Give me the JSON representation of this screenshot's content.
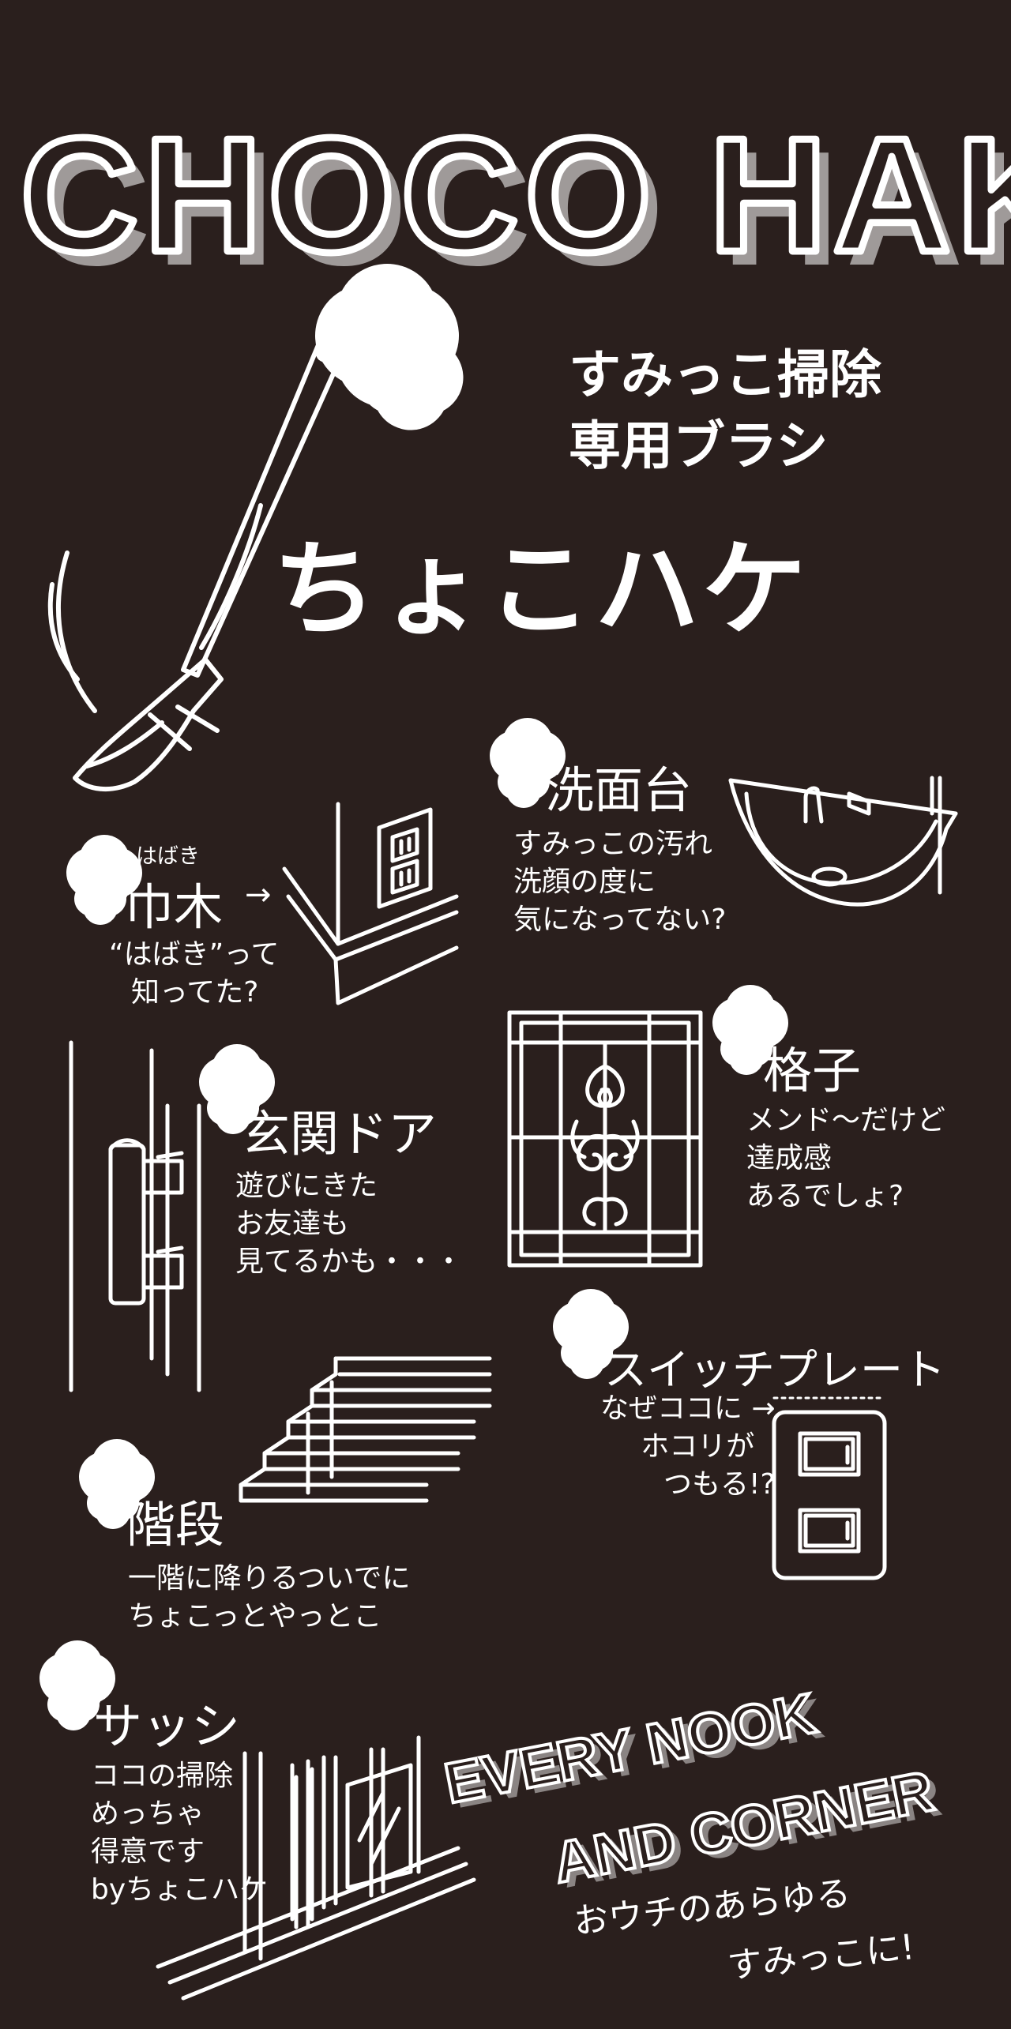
{
  "title_en": "CHOCO HAKE",
  "subtitle": [
    "すみっこ掃除",
    "専用ブラシ"
  ],
  "product_name": "ちょこハケ",
  "spots": {
    "sink": {
      "label": "洗面台",
      "note": [
        "すみっこの汚れ",
        "洗顔の度に",
        "気になってない?"
      ]
    },
    "baseboard": {
      "ruby": "はばき",
      "label": "巾木",
      "arrow": "→",
      "note": [
        "“はばき”って",
        "知ってた?"
      ]
    },
    "lattice": {
      "label": "格子",
      "note": [
        "メンド〜だけど",
        "達成感",
        "あるでしょ?"
      ]
    },
    "door": {
      "label": "玄関ドア",
      "note": [
        "遊びにきた",
        "お友達も",
        "見てるかも・・・"
      ]
    },
    "switch": {
      "label": "スイッチプレート",
      "note": [
        "なぜココに →",
        "ホコリが",
        "つもる!?"
      ]
    },
    "stairs": {
      "label": "階段",
      "note": [
        "一階に降りるついでに",
        "ちょこっとやっとこ"
      ]
    },
    "sash": {
      "label": "サッシ",
      "note": [
        "ココの掃除",
        "めっちゃ",
        "得意です",
        "byちょこハケ"
      ]
    }
  },
  "tagline_en": [
    "EVERY NOOK",
    "AND CORNER"
  ],
  "tagline_jp": [
    "おウチのあらゆる",
    "すみっこに!"
  ],
  "colors": {
    "background": "#2a1f1d",
    "chalk": "#ffffff"
  },
  "icons": [
    "sparkle-icon",
    "brush-icon",
    "sink-icon",
    "outlet-icon",
    "lattice-icon",
    "door-handle-icon",
    "stairs-icon",
    "switch-plate-icon",
    "sash-window-icon"
  ]
}
